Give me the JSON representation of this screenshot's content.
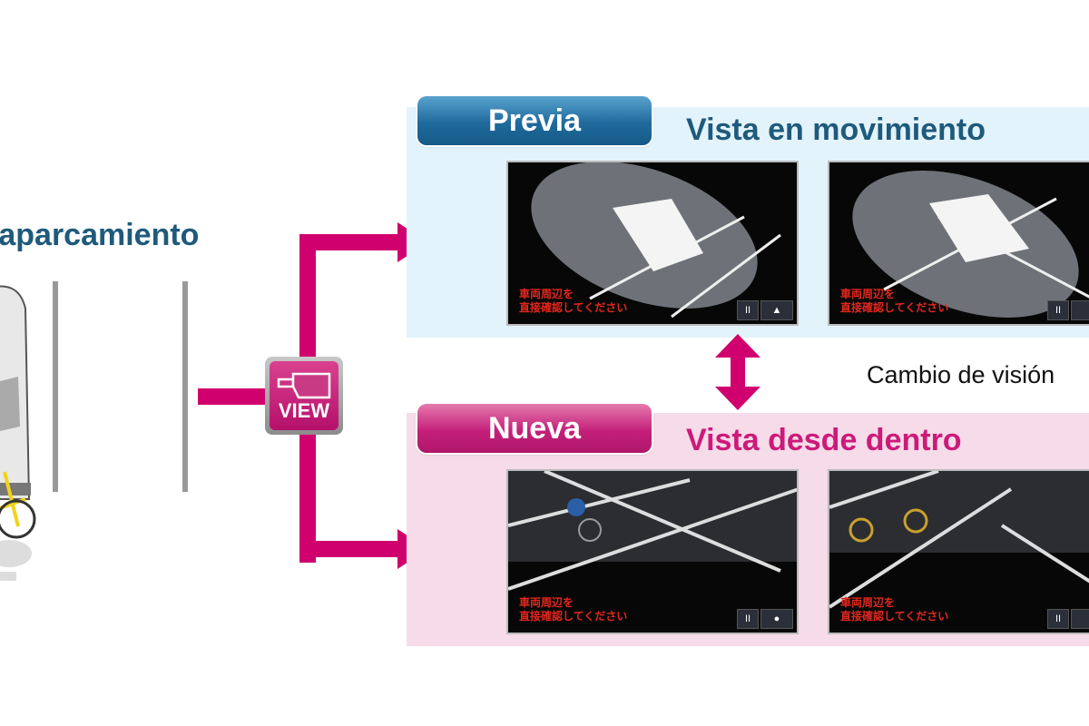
{
  "left_title": "e aparcamiento",
  "view_button": {
    "label": "VIEW",
    "icon": "camera-view-icon"
  },
  "previa": {
    "tab_label": "Previa",
    "heading": "Vista en movimiento",
    "screens": [
      {
        "warning_line1": "車両周辺を",
        "warning_line2": "直接確認してください",
        "pause_label": "II"
      },
      {
        "warning_line1": "車両周辺を",
        "warning_line2": "直接確認してください",
        "pause_label": "II"
      }
    ]
  },
  "nueva": {
    "tab_label": "Nueva",
    "heading": "Vista desde dentro",
    "screens": [
      {
        "warning_line1": "車両周辺を",
        "warning_line2": "直接確認してください",
        "pause_label": "II"
      },
      {
        "warning_line1": "車両周辺を",
        "warning_line2": "直接確認してください",
        "pause_label": "II"
      }
    ]
  },
  "switch_label": "Cambio de visión",
  "colors": {
    "magenta": "#d1006f",
    "blue": "#1e5a7c",
    "panel_blue": "#e3f3fb",
    "panel_pink": "#f6dbe8"
  }
}
